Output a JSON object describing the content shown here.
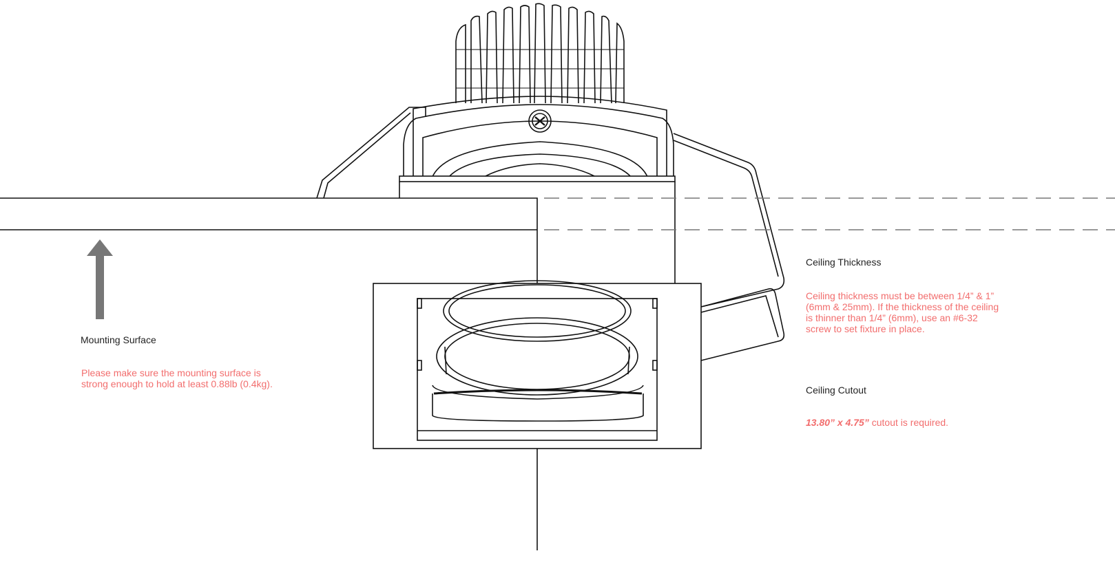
{
  "mounting": {
    "title": "Mounting Surface",
    "note_line1": "Please make sure the mounting surface is",
    "note_line2": "strong enough to hold at least 0.88lb (0.4kg)."
  },
  "thickness": {
    "title": "Ceiling Thickness",
    "note_line1": "Ceiling thickness must be between 1/4” & 1”",
    "note_line2": "(6mm & 25mm). If the thickness of the ceiling",
    "note_line3": "is thinner than 1/4” (6mm), use an #6-32",
    "note_line4": "screw to set fixture in place."
  },
  "cutout": {
    "title": "Ceiling Cutout",
    "dimension": "13.80” x 4.75”",
    "suffix": " cutout is required."
  },
  "colors": {
    "accent": "#f26d6d",
    "line": "#111111",
    "arrow": "#777777"
  }
}
